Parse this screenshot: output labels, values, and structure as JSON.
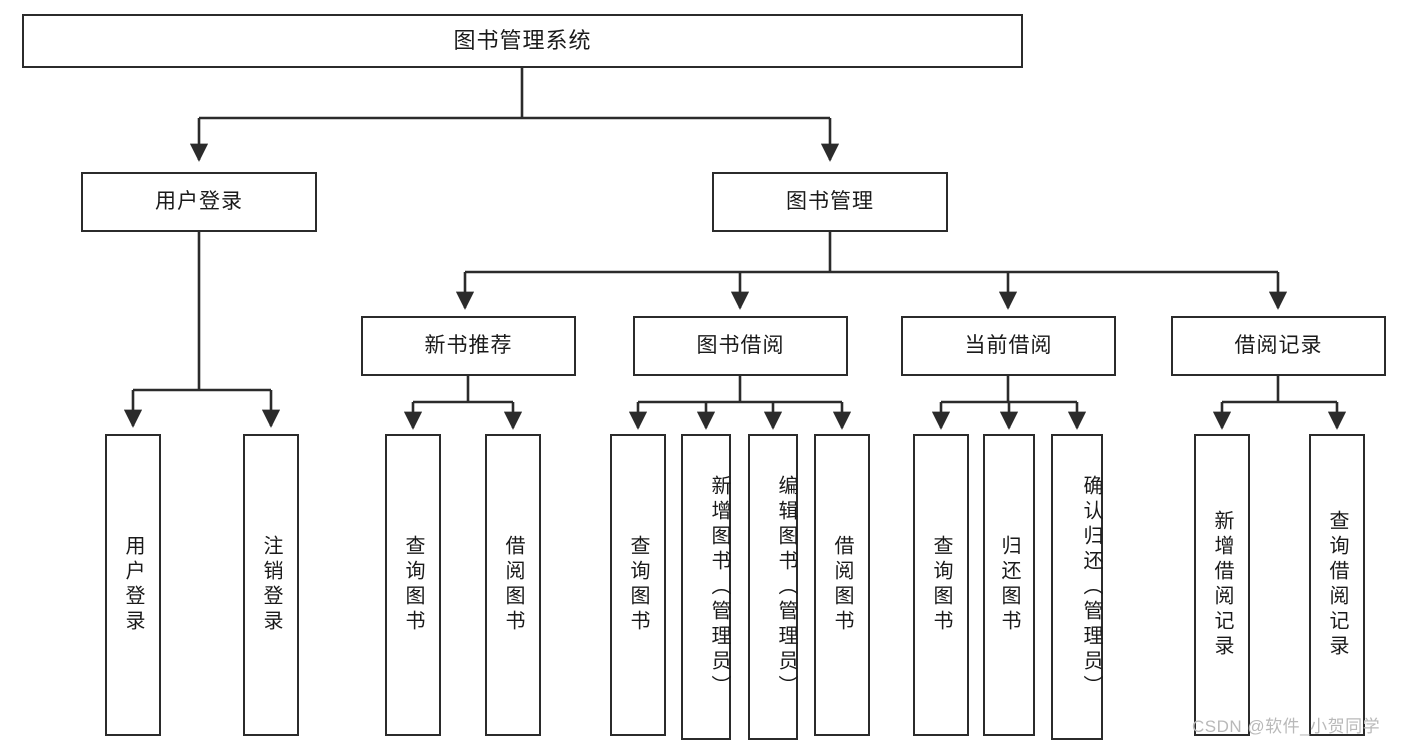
{
  "diagram": {
    "title": "图书管理系统",
    "type": "tree-hierarchy-chart",
    "root": {
      "id": "root",
      "label": "图书管理系统"
    },
    "level2": [
      {
        "id": "user-login",
        "label": "用户登录"
      },
      {
        "id": "book-management",
        "label": "图书管理"
      }
    ],
    "level3": [
      {
        "id": "new-book-recommend",
        "label": "新书推荐"
      },
      {
        "id": "book-borrow",
        "label": "图书借阅"
      },
      {
        "id": "current-borrow",
        "label": "当前借阅"
      },
      {
        "id": "borrow-record",
        "label": "借阅记录"
      }
    ],
    "leaves": {
      "user_login": [
        {
          "id": "leaf-user-login",
          "label": "用户登录"
        },
        {
          "id": "leaf-logout-login",
          "label": "注销登录"
        }
      ],
      "new_book_recommend": [
        {
          "id": "leaf-query-book-1",
          "label": "查询图书"
        },
        {
          "id": "leaf-borrow-book-1",
          "label": "借阅图书"
        }
      ],
      "book_borrow": [
        {
          "id": "leaf-query-book-2",
          "label": "查询图书"
        },
        {
          "id": "leaf-add-book-admin",
          "label": "新增图书（管理员）"
        },
        {
          "id": "leaf-edit-book-admin",
          "label": "编辑图书（管理员）"
        },
        {
          "id": "leaf-borrow-book-2",
          "label": "借阅图书"
        }
      ],
      "current_borrow": [
        {
          "id": "leaf-query-book-3",
          "label": "查询图书"
        },
        {
          "id": "leaf-return-book",
          "label": "归还图书"
        },
        {
          "id": "leaf-confirm-return-admin",
          "label": "确认归还（管理员）"
        }
      ],
      "borrow_record": [
        {
          "id": "leaf-add-borrow-record",
          "label": "新增借阅记录"
        },
        {
          "id": "leaf-query-borrow-record",
          "label": "查询借阅记录"
        }
      ]
    }
  },
  "watermark": {
    "text": "CSDN @软件_小贺同学"
  },
  "colors": {
    "box_border": "#2b2b2b",
    "box_fill": "#ffffff",
    "connector": "#2b2b2b",
    "text": "#1a1a1a",
    "watermark": "#b9b9b9",
    "background": "#ffffff"
  }
}
